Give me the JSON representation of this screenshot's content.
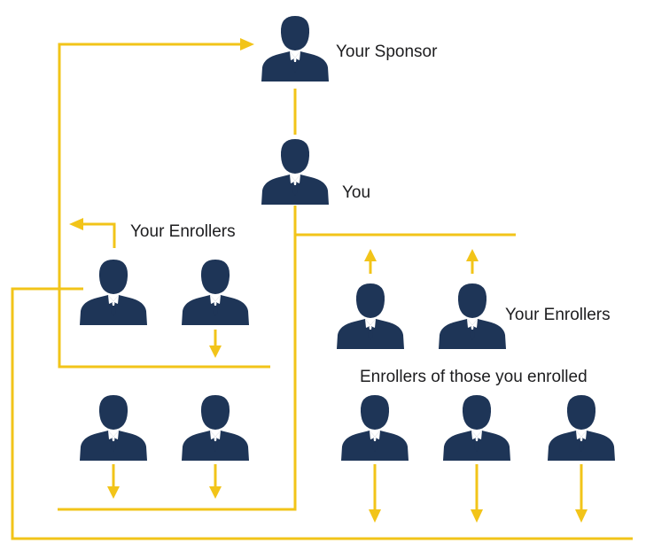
{
  "labels": {
    "sponsor": "Your Sponsor",
    "you": "You",
    "left_enrollers": "Your Enrollers",
    "right_enrollers": "Your Enrollers",
    "downline": "Enrollers of those you enrolled"
  },
  "colors": {
    "connector": "#f2c419",
    "person": "#1e3557"
  },
  "icons": {
    "person": "businessman-icon",
    "arrow": "arrow-icon"
  }
}
